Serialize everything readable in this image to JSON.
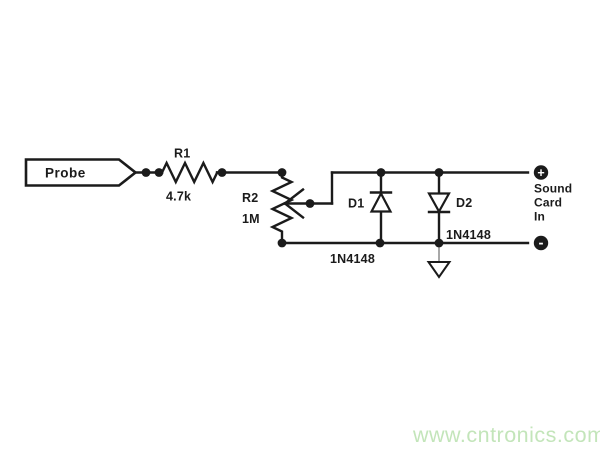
{
  "schematic": {
    "probe": {
      "label": "Probe"
    },
    "resistors": {
      "r1": {
        "name": "R1",
        "value": "4.7k"
      },
      "r2": {
        "name": "R2",
        "value": "1M"
      }
    },
    "diodes": {
      "d1": {
        "name": "D1",
        "part": "1N4148"
      },
      "d2": {
        "name": "D2",
        "part": "1N4148"
      }
    },
    "output_terminals": {
      "plus": "+",
      "minus": "-",
      "label": [
        "Sound",
        "Card",
        "In"
      ]
    }
  },
  "watermark": {
    "text": "www.cntronics.com",
    "color": "#c3e5ba"
  },
  "colors": {
    "ink": "#1b1b1b",
    "background": "#ffffff"
  }
}
